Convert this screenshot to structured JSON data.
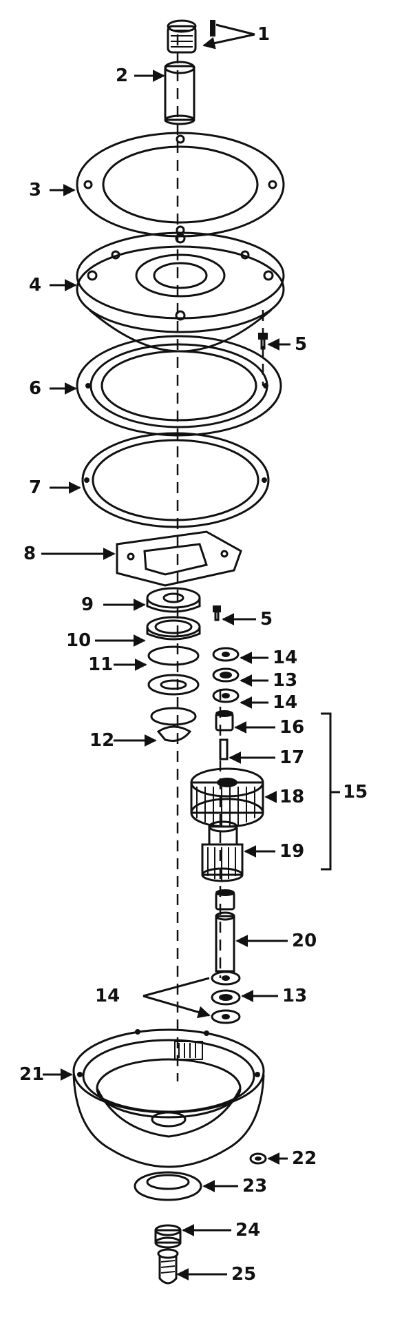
{
  "labels": {
    "l1": "1",
    "l2": "2",
    "l3": "3",
    "l4": "4",
    "l5a": "5",
    "l6": "6",
    "l7": "7",
    "l8": "8",
    "l5b": "5",
    "l9": "9",
    "l10": "10",
    "l14a": "14",
    "l11": "11",
    "l13a": "13",
    "l14b": "14",
    "l16": "16",
    "l12": "12",
    "l17": "17",
    "l18": "18",
    "l15": "15",
    "l19": "19",
    "l20": "20",
    "l14c": "14",
    "l13b": "13",
    "l21": "21",
    "l22": "22",
    "l23": "23",
    "l24": "24",
    "l25": "25"
  }
}
